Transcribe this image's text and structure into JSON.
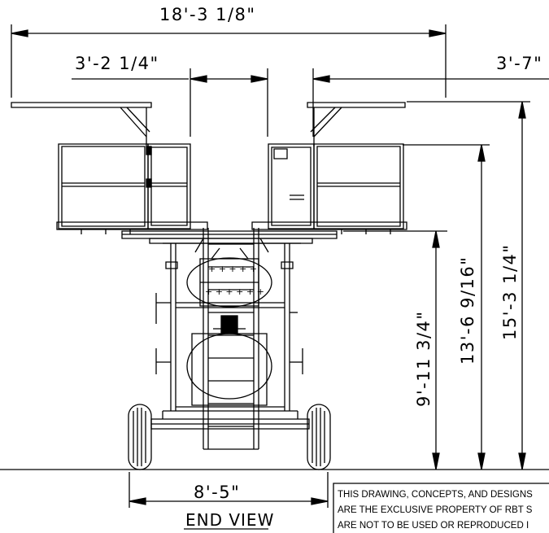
{
  "drawing": {
    "view_title": "END VIEW",
    "dimensions": {
      "overall_width": "18'-3 1/8\"",
      "left_offset": "3'-2 1/4\"",
      "right_offset": "3'-7\"",
      "base_width": "8'-5\"",
      "height_1": "9'-11 3/4\"",
      "height_2": "13'-6 9/16\"",
      "height_3": "15'-3 1/4\""
    },
    "notice_lines": [
      "THIS DRAWING, CONCEPTS, AND DESIGNS",
      "ARE THE EXCLUSIVE PROPERTY OF RBT S",
      "ARE NOT TO BE USED OR REPRODUCED I"
    ]
  }
}
